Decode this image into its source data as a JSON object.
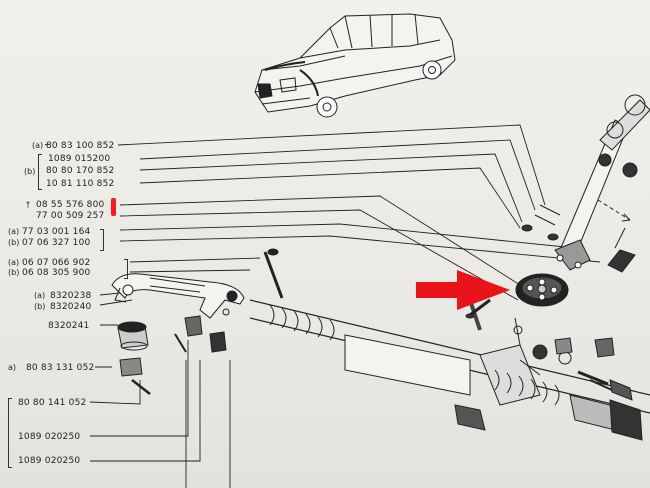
{
  "diagram": {
    "arrow_color": "#e8141a",
    "highlight_color": "#ff1a1a",
    "groups": [
      {
        "id": "g1",
        "marker": "(a)",
        "numbers": [
          "80 83 100 852"
        ]
      },
      {
        "id": "g2",
        "marker": "(b)",
        "numbers": [
          "1089 015200",
          "80 80 170 852",
          "10 81 110 852"
        ]
      },
      {
        "id": "g3",
        "marker": "†",
        "numbers": [
          "08 55 576 800",
          "77 00 509 257"
        ]
      },
      {
        "id": "g4",
        "marker": "(a)",
        "numbers": [
          "77 03 001 164"
        ]
      },
      {
        "id": "g5",
        "marker": "(b)",
        "numbers": [
          "07 06 327 100"
        ]
      },
      {
        "id": "g6",
        "marker": "(a)",
        "numbers": [
          "06 07 066 902"
        ]
      },
      {
        "id": "g7",
        "marker": "(b)",
        "numbers": [
          "06 08 305 900"
        ]
      },
      {
        "id": "g8",
        "marker": "(a)",
        "numbers": [
          "8320238"
        ]
      },
      {
        "id": "g9",
        "marker": "(b)",
        "numbers": [
          "8320240"
        ]
      },
      {
        "id": "g10",
        "marker": "",
        "numbers": [
          "8320241"
        ]
      },
      {
        "id": "g11",
        "marker": "a)",
        "numbers": [
          "80 83 131 052"
        ]
      },
      {
        "id": "g12",
        "marker": "",
        "numbers": [
          "80 80 141 052",
          "1089 020250",
          "1089 020250"
        ]
      }
    ]
  }
}
